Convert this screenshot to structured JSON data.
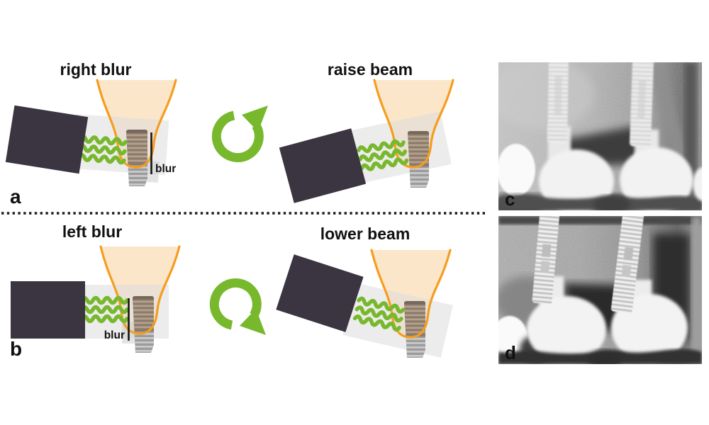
{
  "figure": {
    "background": "#ffffff",
    "divider_style": "dotted-line",
    "colors": {
      "wave_green": "#77b82d",
      "socket_orange": "#f59d1e",
      "socket_fill": "#fbe6ca",
      "source_box": "#3a3540",
      "beam_slab": "#dcdcdc",
      "implant_body_brown": "#8d7b6a",
      "implant_apex_gray": "#9b9b9b",
      "text": "#111111"
    },
    "rows": [
      {
        "diagram": {
          "letter": "a",
          "title": "right blur",
          "annotation": "blur"
        },
        "correction": {
          "title": "raise beam",
          "icon": "rotate-arrow-up"
        },
        "radiograph": {
          "letter": "c"
        }
      },
      {
        "diagram": {
          "letter": "b",
          "title": "left blur",
          "annotation": "blur"
        },
        "correction": {
          "title": "lower beam",
          "icon": "rotate-arrow-down"
        },
        "radiograph": {
          "letter": "d"
        }
      }
    ]
  }
}
